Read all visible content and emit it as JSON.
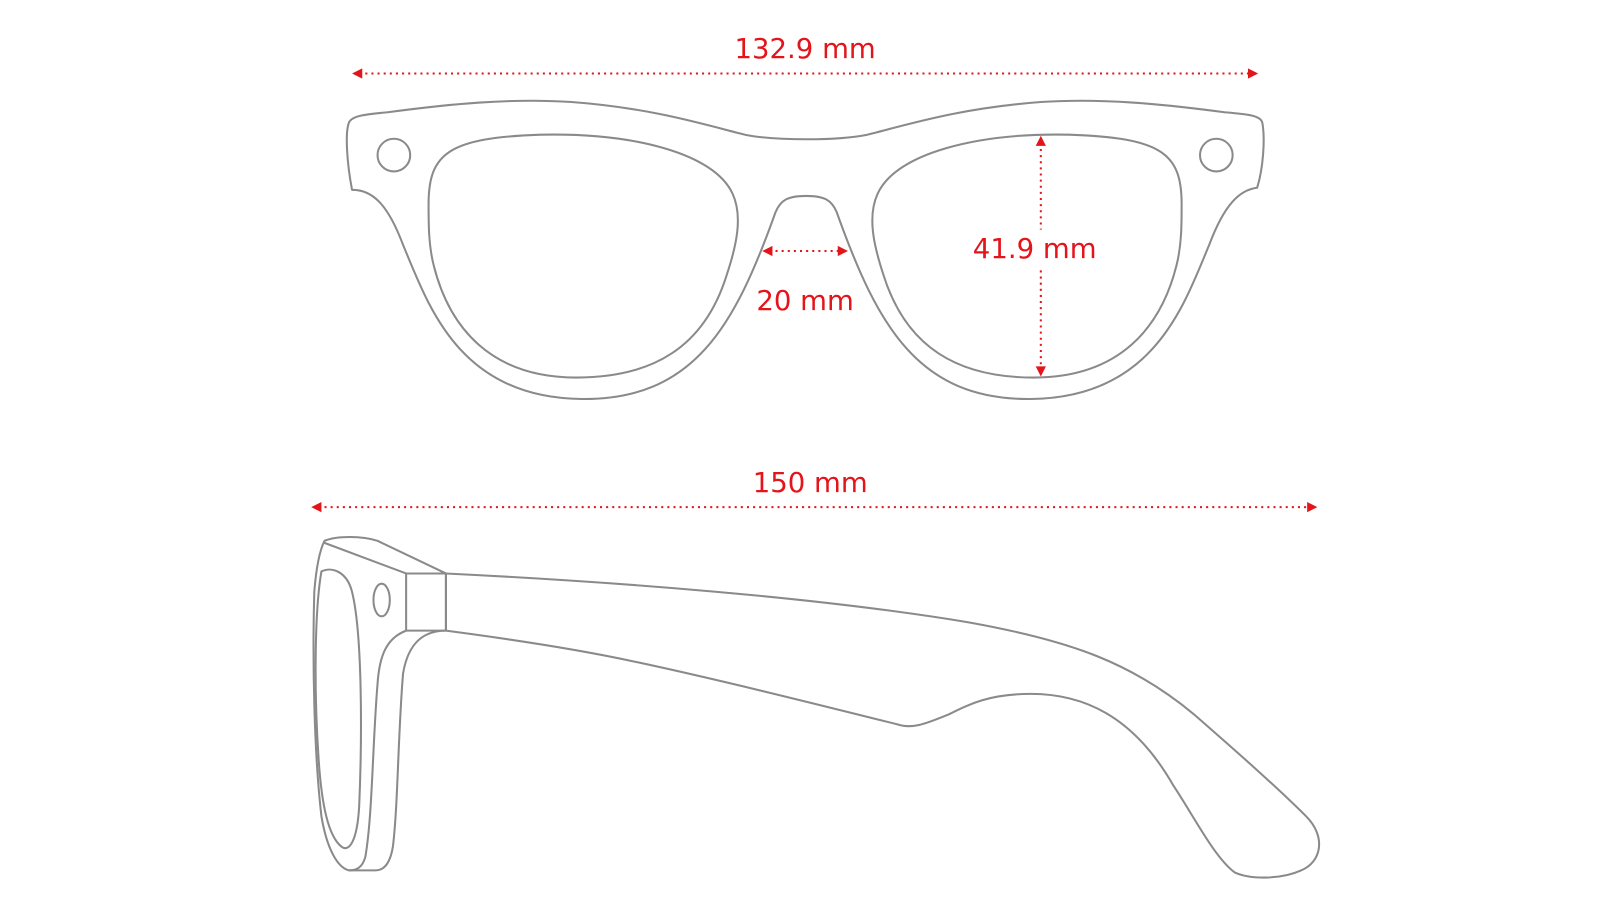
{
  "dimensions": {
    "frame_width": "132.9 mm",
    "bridge_width": "20 mm",
    "lens_height": "41.9 mm",
    "temple_length": "150 mm"
  },
  "colors": {
    "dimension": "#e4141b",
    "outline": "#8a8a8a"
  }
}
